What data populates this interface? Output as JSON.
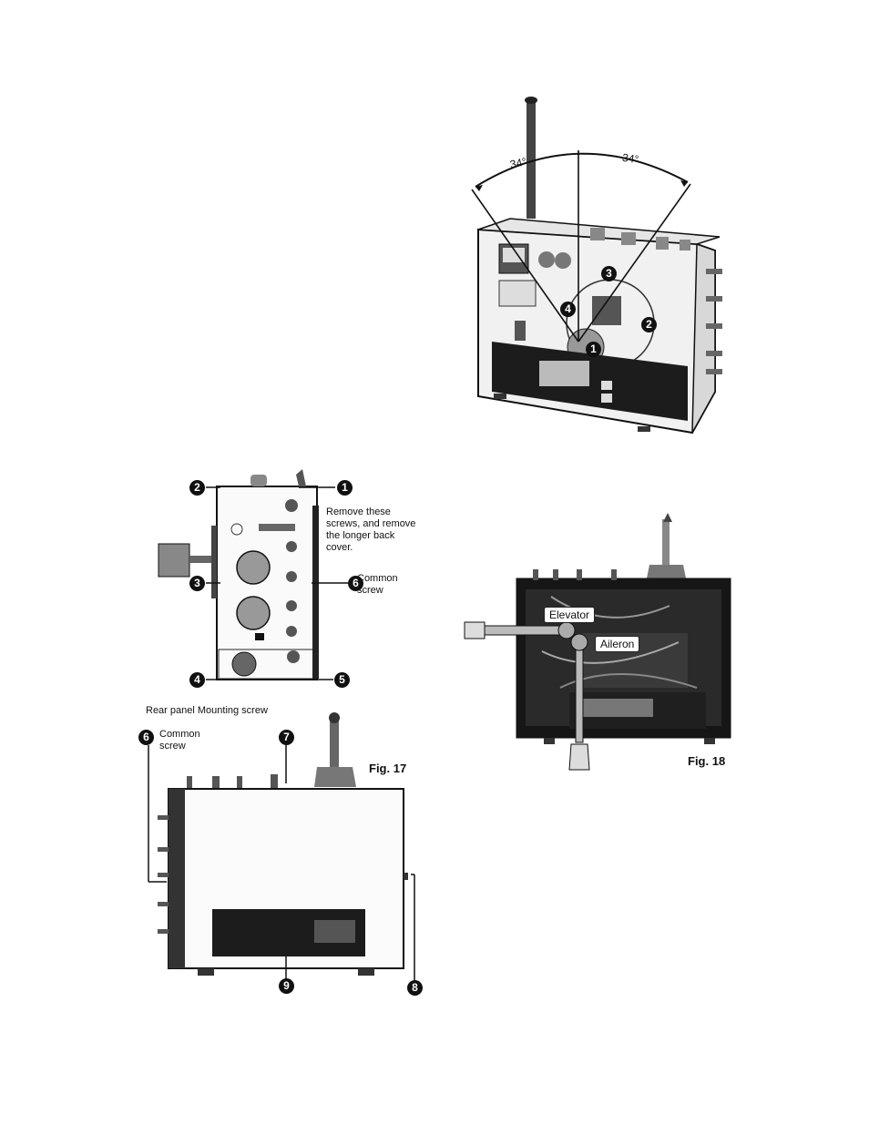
{
  "figure_top": {
    "angle_left": "34°",
    "angle_right": "34°",
    "callouts": [
      "1",
      "2",
      "3",
      "4"
    ]
  },
  "figure_17": {
    "caption": "Fig. 17",
    "note_remove": "Remove these screws, and remove the longer back cover.",
    "common_screw": "Common screw",
    "rear_panel_label": "Rear panel Mounting screw",
    "callouts_back": [
      "1",
      "2",
      "3",
      "4",
      "5",
      "6"
    ],
    "callouts_side": [
      "6",
      "7",
      "8",
      "9"
    ]
  },
  "figure_18": {
    "caption": "Fig. 18",
    "label_elevator": "Elevator",
    "label_aileron": "Aileron"
  }
}
